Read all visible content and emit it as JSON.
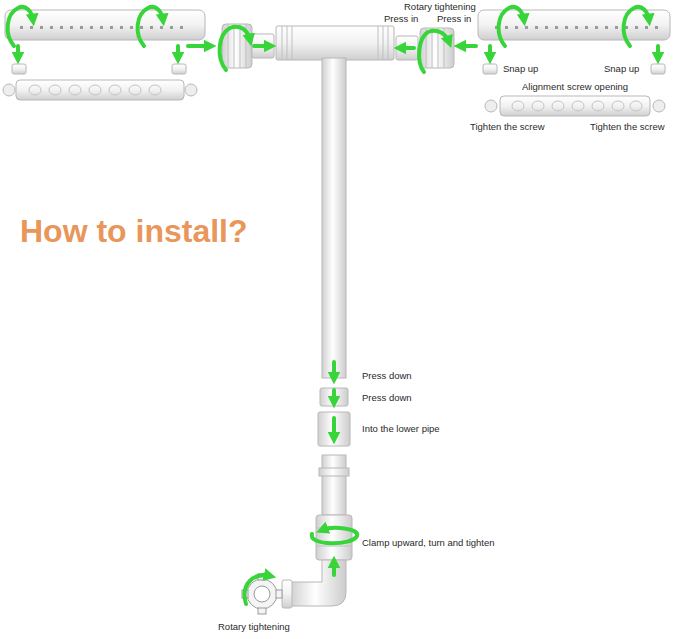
{
  "diagram": {
    "title": "How to install?",
    "labels": [
      "Rotary tightening",
      "Press in",
      "Press in",
      "Snap up",
      "Snap up",
      "Alignment screw opening",
      "Tighten the screw",
      "Tighten the screw",
      "Press down",
      "Press down",
      "Into the lower pipe",
      "Clamp upward, turn and tighten",
      "Rotary tightening"
    ]
  }
}
